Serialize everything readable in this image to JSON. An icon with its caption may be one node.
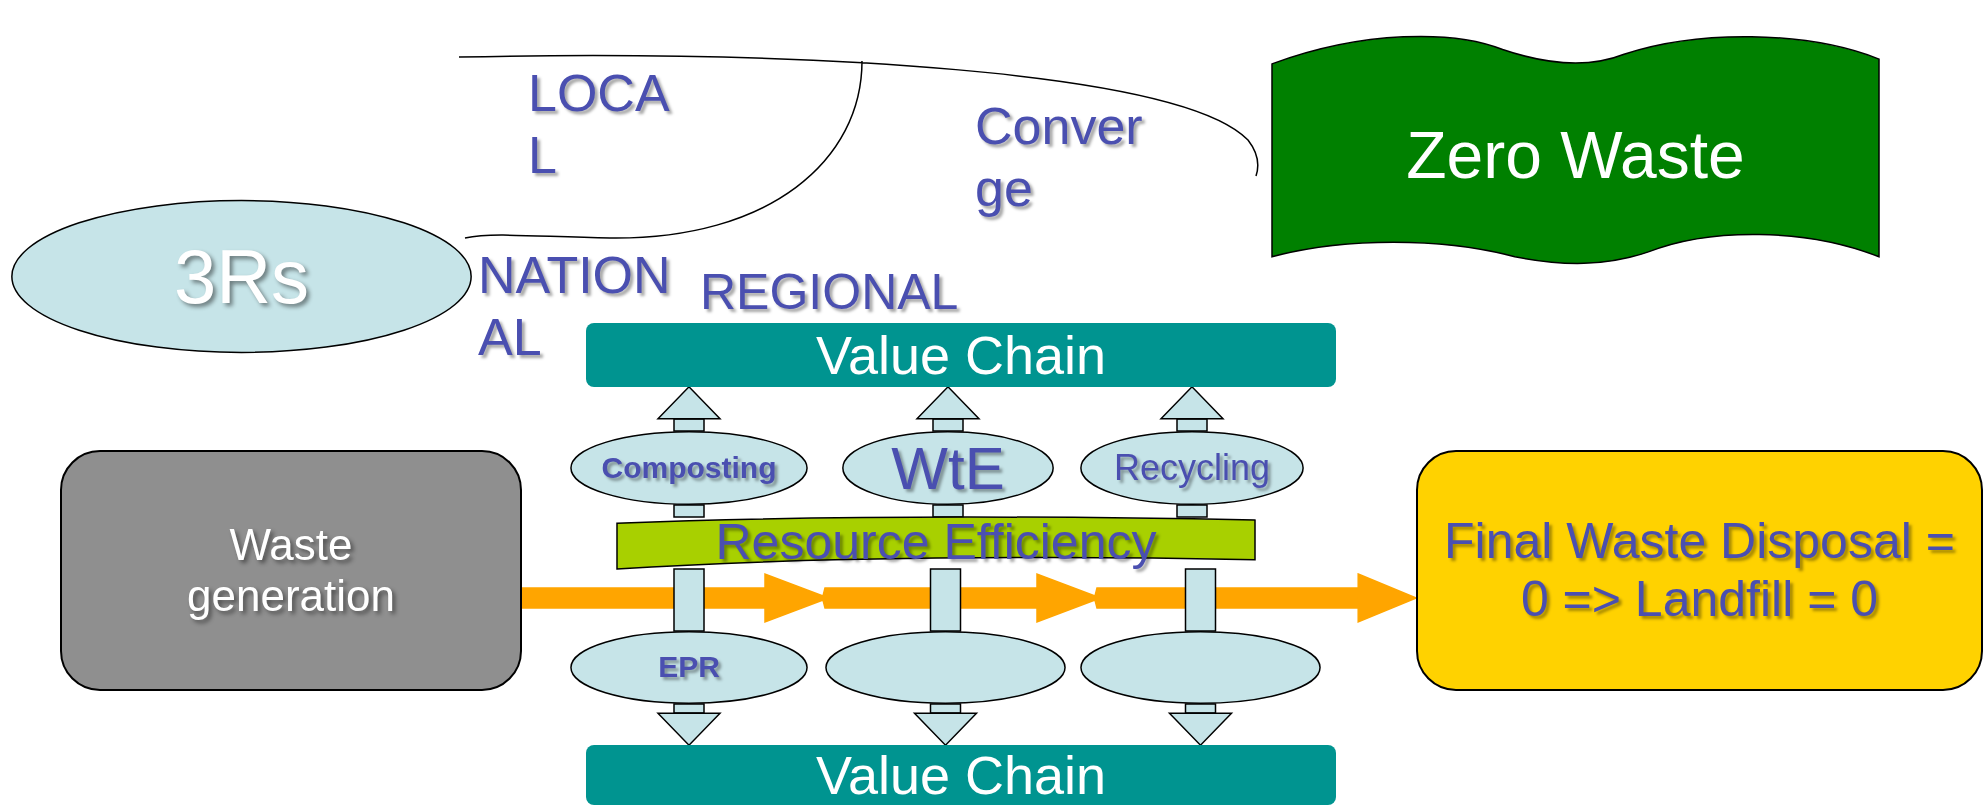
{
  "diagram": {
    "nodes": [
      {
        "text": [
          "3Rs"
        ]
      },
      {
        "text": [
          "Zero Waste"
        ]
      },
      {
        "text": [
          "Value Chain"
        ]
      },
      {
        "text": [
          "Waste generation"
        ]
      },
      {
        "text": [
          "Composting"
        ]
      },
      {
        "text": [
          "WtE"
        ]
      },
      {
        "text": [
          "Recycling"
        ]
      },
      {
        "text": [
          "Resource Efficiency"
        ]
      },
      {
        "text": [
          "EPR"
        ]
      },
      {
        "text": [],
        "shape": "ellipse"
      },
      {
        "text": [],
        "shape": "ellipse"
      },
      {
        "text": [
          "Value Chain"
        ]
      },
      {
        "text": [
          "Final Waste Disposal = 0 => Landfill = 0"
        ]
      }
    ],
    "edges": [
      {
        "from": 3,
        "to": 12,
        "arrow": "to",
        "color": "#ffa500"
      },
      {
        "from": 4,
        "to": 2,
        "arrow": "to"
      },
      {
        "from": 4,
        "to": 7,
        "arrow": "none"
      },
      {
        "from": 7,
        "to": 8,
        "arrow": "none"
      },
      {
        "from": 8,
        "to": 11,
        "arrow": "to"
      },
      {
        "from": 5,
        "to": 2,
        "arrow": "to"
      },
      {
        "from": 5,
        "to": 7,
        "arrow": "none"
      },
      {
        "from": 7,
        "to": 9,
        "arrow": "none"
      },
      {
        "from": 9,
        "to": 11,
        "arrow": "to"
      },
      {
        "from": 6,
        "to": 2,
        "arrow": "to"
      },
      {
        "from": 6,
        "to": 7,
        "arrow": "none"
      },
      {
        "from": 7,
        "to": 10,
        "arrow": "none"
      },
      {
        "from": 10,
        "to": 11,
        "arrow": "to"
      }
    ],
    "labels": [
      "LOCAL",
      "Converge",
      "NATIONAL",
      "REGIONAL"
    ]
  }
}
